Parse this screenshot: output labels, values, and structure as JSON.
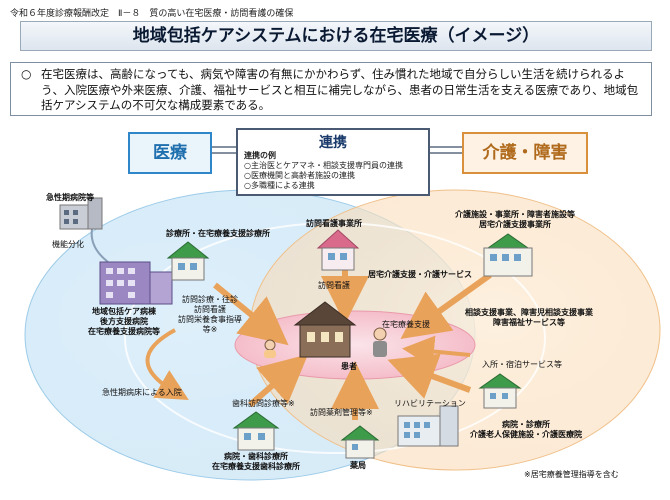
{
  "header": {
    "ref": "令和６年度診療報酬改定　Ⅱ－８　質の高い在宅医療・訪問看護の確保",
    "title": "地域包括ケアシステムにおける在宅医療（イメージ）"
  },
  "intro": {
    "bullet": "○",
    "text": "在宅医療は、高齢になっても、病気や障害の有無にかかわらず、住み慣れた地域で自分らしい生活を続けられるよう、入院医療や外来医療、介護、福祉サービスと相互に補完しながら、患者の日常生活を支える医療であり、地域包括ケアシステムの不可欠な構成要素である。"
  },
  "categories": {
    "medical": "医療",
    "care": "介護・障害"
  },
  "cooperation": {
    "title": "連携",
    "examples_heading": "連携の例",
    "examples": [
      "○主治医とケアマネ・相談支援専門員の連携",
      "○医療機関と高齢者施設の連携",
      "○多職種による連携"
    ]
  },
  "nodes": {
    "acute_hospital": "急性期病院等",
    "function_division": "機能分化",
    "community_hospital": [
      "地域包括ケア病棟",
      "後方支援病院",
      "在宅療養支援病院等"
    ],
    "clinic": "診療所・在宅療養支援診療所",
    "visiting_nurse": "訪問看護事業所",
    "care_facility": [
      "介護施設・事業所・障害者施設等",
      "居宅介護支援事業所"
    ],
    "home_care_service": "居宅介護支援・介護サービス",
    "visiting_nursing": "訪問看護",
    "visit_services": [
      "訪問診療・往診",
      "訪問看護",
      "訪問栄養食事指導",
      "等※"
    ],
    "home_support": "在宅療養支援",
    "consult_support": [
      "相談支援事業、障害児相談支援事業",
      "障害福祉サービス等"
    ],
    "patient": "患者",
    "admission": "入所・宿泊サービス等",
    "acute_admission": "急性期病床による入院",
    "dental_visit": "歯科訪問診療等※",
    "pharmacy_visit": "訪問薬剤管理等※",
    "rehab": "リハビリテーション",
    "dental_clinic": [
      "病院・歯科診療所",
      "在宅療養支援歯科診療所"
    ],
    "hospital_facility": [
      "病院・診療所",
      "介護老人保健施設・介護医療院"
    ],
    "pharmacy": "薬局"
  },
  "footnote": "※居宅療養管理指導を含む",
  "colors": {
    "medical_blue": "#2f86c8",
    "care_orange": "#d8903c",
    "coop_navy": "#1a3b6b",
    "center_pink": "#f3b6c3",
    "arrow_orange": "#e9a25a"
  }
}
